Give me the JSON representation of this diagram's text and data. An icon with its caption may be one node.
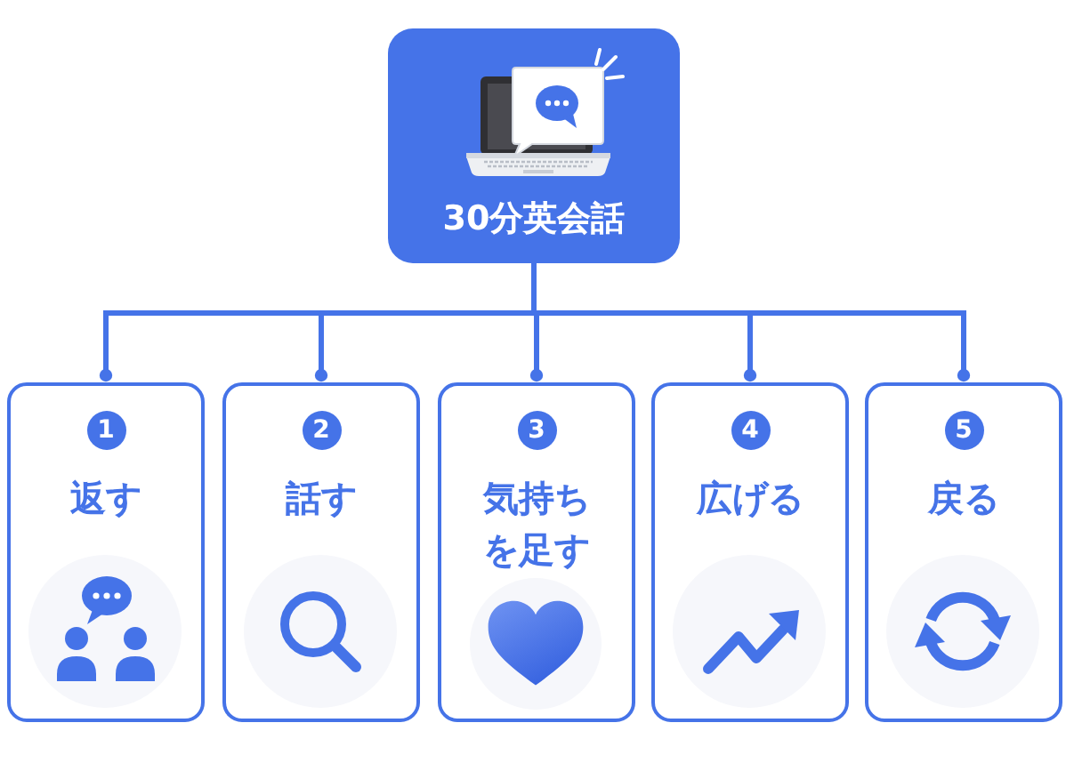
{
  "diagram": {
    "nodes": [
      {
        "text": [
          "30分英会話"
        ]
      },
      {
        "text": [
          "1",
          "返す"
        ]
      },
      {
        "text": [
          "2",
          "話す"
        ]
      },
      {
        "text": [
          "3",
          "気持ちを足す"
        ]
      },
      {
        "text": [
          "4",
          "広げる"
        ]
      },
      {
        "text": [
          "5",
          "戻る"
        ]
      }
    ],
    "edges": [
      {
        "from": 0,
        "to": 1,
        "arrow": "other"
      },
      {
        "from": 0,
        "to": 2,
        "arrow": "other"
      },
      {
        "from": 0,
        "to": 3,
        "arrow": "other"
      },
      {
        "from": 0,
        "to": 4,
        "arrow": "other"
      },
      {
        "from": 0,
        "to": 5,
        "arrow": "other"
      }
    ]
  }
}
